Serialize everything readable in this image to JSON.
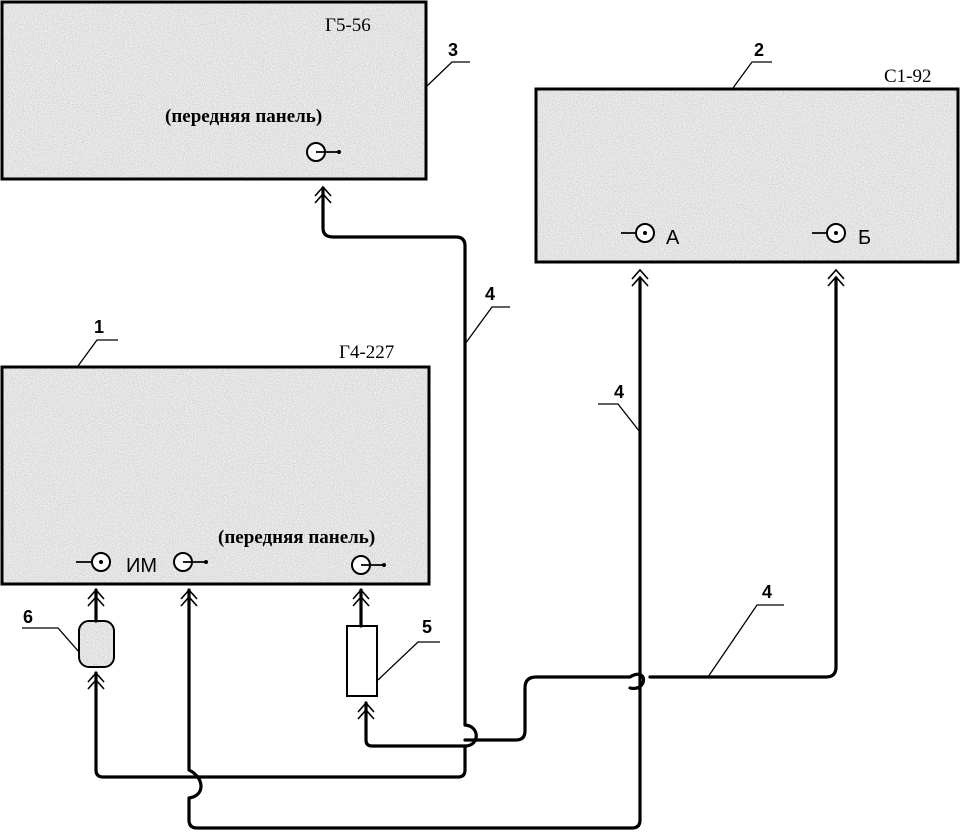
{
  "devices": {
    "g5": {
      "name": "Г5-56",
      "panel": "(передняя панель)",
      "number": "3"
    },
    "c1": {
      "name": "С1-92",
      "number": "2",
      "port_a": "А",
      "port_b": "Б"
    },
    "g4": {
      "name": "Г4-227",
      "panel": "(передняя панель)",
      "number": "1",
      "port_im": "ИМ"
    }
  },
  "parts": {
    "attenuator": {
      "number": "5"
    },
    "detector": {
      "number": "6"
    }
  },
  "cables": {
    "g5_link": {
      "number": "4"
    },
    "c1a_link": {
      "number": "4"
    },
    "c1b_link": {
      "number": "4"
    }
  }
}
